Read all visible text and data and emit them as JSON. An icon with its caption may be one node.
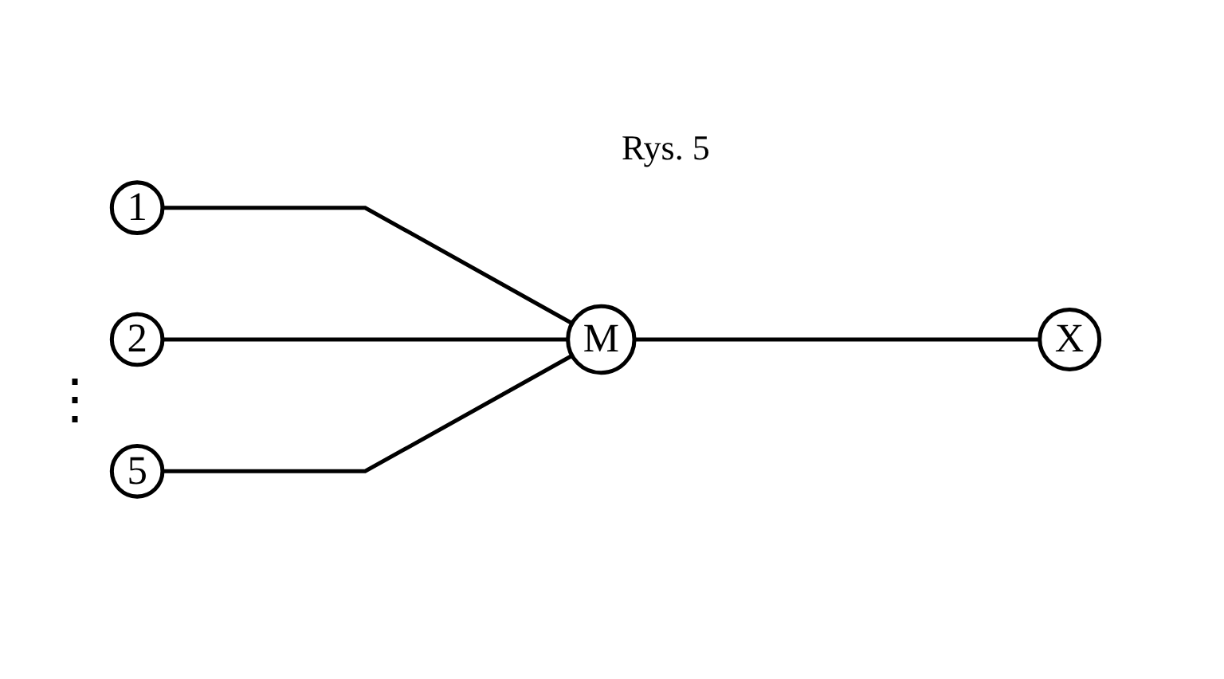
{
  "diagram": {
    "caption": "Rys. 5",
    "nodes": [
      {
        "text": [
          "1"
        ]
      },
      {
        "text": [
          "2"
        ]
      },
      {
        "text": [
          "5"
        ]
      },
      {
        "text": [
          "M"
        ]
      },
      {
        "text": [
          "X"
        ]
      }
    ],
    "edges": [
      {
        "from": 0,
        "to": 3,
        "arrow": "none"
      },
      {
        "from": 1,
        "to": 3,
        "arrow": "none"
      },
      {
        "from": 2,
        "to": 3,
        "arrow": "none"
      },
      {
        "from": 3,
        "to": 4,
        "arrow": "none"
      }
    ],
    "labels": [
      "⋮"
    ]
  }
}
